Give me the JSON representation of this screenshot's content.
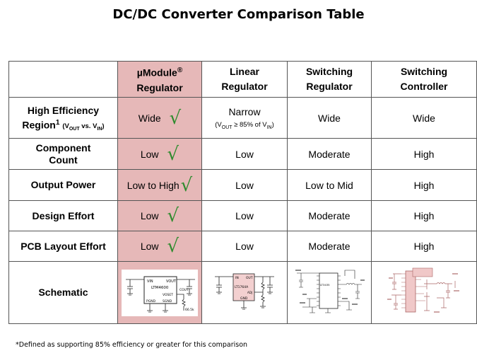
{
  "title": "DC/DC Converter Comparison Table",
  "columns": [
    {
      "line1": "µModule",
      "mark": "®",
      "line2": "Regulator"
    },
    {
      "line1": "Linear",
      "line2": "Regulator"
    },
    {
      "line1": "Switching",
      "line2": "Regulator"
    },
    {
      "line1": "Switching",
      "line2": "Controller"
    }
  ],
  "rows": {
    "efficiency": {
      "label1": "High Efficiency",
      "label2": "Region",
      "footnote": "1",
      "paren_open": "(V",
      "sub_out": "OUT",
      "vs": " vs. V",
      "sub_in": "IN",
      "paren_close": ")",
      "values": [
        "Wide",
        "Narrow",
        "Wide",
        "Wide"
      ],
      "linear_note": {
        "open": "(V",
        "sub_out": "OUT",
        "mid": " ≥ 85% of V",
        "sub_in": "IN",
        "close": ")"
      }
    },
    "component": {
      "label1": "Component",
      "label2": "Count",
      "values": [
        "Low",
        "Low",
        "Moderate",
        "High"
      ]
    },
    "power": {
      "label": "Output Power",
      "values": [
        "Low to High",
        "Low",
        "Low to Mid",
        "High"
      ]
    },
    "design": {
      "label": "Design Effort",
      "values": [
        "Low",
        "Low",
        "Moderate",
        "High"
      ]
    },
    "pcb": {
      "label": "PCB Layout Effort",
      "values": [
        "Low",
        "Low",
        "Moderate",
        "High"
      ]
    },
    "schematic": {
      "label": "Schematic"
    }
  },
  "check_glyph": "√",
  "check_color": "#2e8b2e",
  "highlight_color": "#e6b8b8",
  "schematics": {
    "module_chip": "LTM4600",
    "module_vin": "VIN",
    "module_vout": "VOUT",
    "module_cout": "COUT",
    "module_vosset": "VOSET",
    "module_pgnd": "PGND",
    "module_sgnd": "SGND",
    "module_res": "66.5k",
    "linear_chip": "LT1764A",
    "linear_in": "IN",
    "linear_out": "OUT",
    "linear_adj": "ADJ",
    "linear_gnd": "GND",
    "switching_chip": "LT3435"
  },
  "footnote": "*Defined as supporting 85% efficiency or greater for this comparison"
}
